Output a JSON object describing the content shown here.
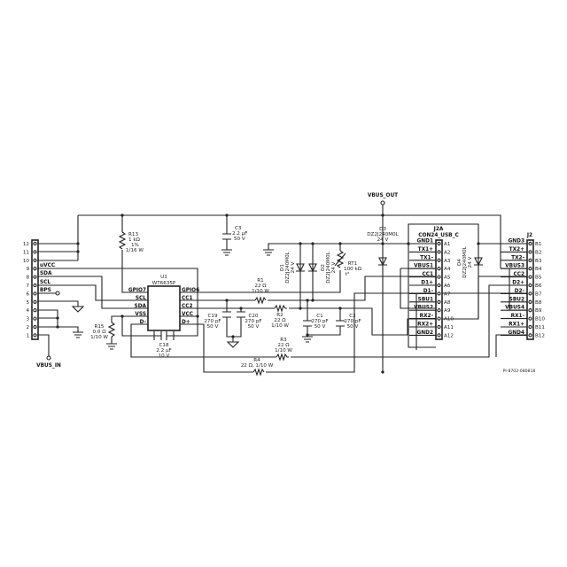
{
  "nets": {
    "vbus_out": "VBUS_OUT",
    "vbus_in": "VBUS_IN"
  },
  "j1": {
    "pins": [
      "12",
      "11",
      "10",
      "9",
      "8",
      "7",
      "6",
      "5",
      "4",
      "3",
      "2",
      "1"
    ],
    "signals": {
      "uvcc": "uVCC",
      "sda": "SDA",
      "scl": "SCL",
      "bps": "BPS"
    }
  },
  "u1": {
    "ref": "U1",
    "part": "WT6635P",
    "left_pins": [
      "GPIO7",
      "SCL",
      "SDA",
      "VSS",
      "D-"
    ],
    "right_pins": [
      "GPIO6",
      "CC1",
      "CC2",
      "VCC",
      "D+"
    ]
  },
  "components": {
    "r13": [
      "R13",
      "1 kΩ",
      "1%",
      "1/16 W"
    ],
    "r15": [
      "R15",
      "0.0 Ω",
      "1/10 W"
    ],
    "c18": [
      "C18",
      "2.2 µF",
      "10 V"
    ],
    "c3": [
      "C3",
      "2.2 µF",
      "50 V"
    ],
    "r1": [
      "R1",
      "22 Ω",
      "1/10 W"
    ],
    "r2": [
      "R2",
      "22 Ω",
      "1/10 W"
    ],
    "r3": [
      "R3",
      "22 Ω",
      "1/10 W"
    ],
    "r4": [
      "R4",
      "22 Ω, 1/10 W"
    ],
    "c19": [
      "C19",
      "270 pF",
      "50 V"
    ],
    "c20": [
      "C20",
      "270 pF",
      "50 V"
    ],
    "c1": [
      "C1",
      "270 pF",
      "50 V"
    ],
    "c2": [
      "C2",
      "270 pF",
      "50 V"
    ],
    "d1": [
      "D1",
      "DZ2J240M0L",
      "24 V"
    ],
    "d2": [
      "D2",
      "DZ2J240M0L",
      "24 V"
    ],
    "d3": [
      "D3",
      "DZ2J240M0L",
      "24 V"
    ],
    "d4": [
      "D4",
      "DZ2J240M0L",
      "24 V"
    ],
    "rt1": [
      "RT1",
      "100 kΩ",
      "t°"
    ]
  },
  "j2a": {
    "ref": "J2A",
    "part": "CON24_USB_C",
    "names": [
      "GND1",
      "TX1+",
      "TX1-",
      "VBUS1",
      "CC1",
      "D1+",
      "D1-",
      "SBU1",
      "VBUS2",
      "RX2-",
      "RX2+",
      "GND2"
    ],
    "pins": [
      "A1",
      "A2",
      "A3",
      "A4",
      "A5",
      "A6",
      "A7",
      "A8",
      "A9",
      "A10",
      "A11",
      "A12"
    ]
  },
  "j2": {
    "ref": "J2",
    "names": [
      "GND3",
      "TX2+",
      "TX2-",
      "VBUS3",
      "CC2",
      "D2+",
      "D2-",
      "SBU2",
      "VBUS4",
      "RX1-",
      "RX1+",
      "GND4"
    ],
    "pins": [
      "B1",
      "B2",
      "B3",
      "B4",
      "B5",
      "B6",
      "B7",
      "B8",
      "B9",
      "B10",
      "B11",
      "B12"
    ]
  },
  "footer": {
    "doc_id": "PI-8702-080818"
  }
}
